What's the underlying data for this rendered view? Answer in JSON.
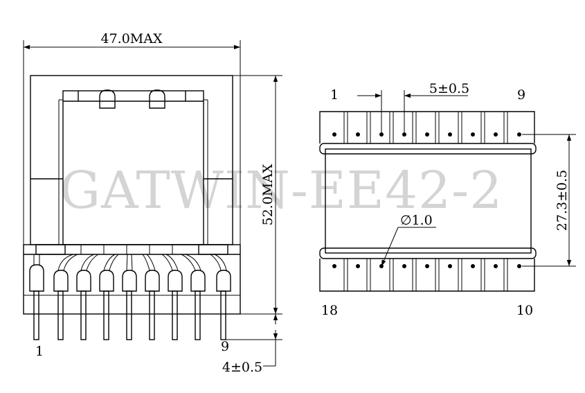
{
  "watermark": "GATWIN-EE42-2",
  "left_view": {
    "width_dim": "47.0MAX",
    "height_dim": "52.0MAX",
    "pin_left": "1",
    "pin_right": "9",
    "pin_length_dim": "4±0.5"
  },
  "right_view": {
    "top_left_pin": "1",
    "top_right_pin": "9",
    "bottom_left_pin": "18",
    "bottom_right_pin": "10",
    "pitch_dim": "5±0.5",
    "row_spacing_dim": "27.3±0.5",
    "hole_dim": "∅1.0"
  }
}
